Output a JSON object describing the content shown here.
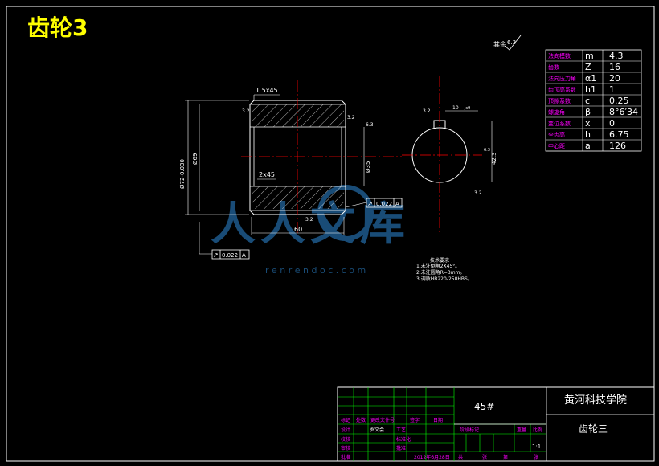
{
  "colors": {
    "background": "#000000",
    "title": "#ffff00",
    "frame": "#ffffff",
    "table_grid": "#00ff00",
    "table_labels": "#ff00ff",
    "parts": "#ffffff",
    "center_line": "#ff0000",
    "watermark": "#1e5a8c"
  },
  "sheet_title": "齿轮3",
  "roughness_note": "其余",
  "roughness_value": "6.3",
  "params": {
    "rows": [
      {
        "label": "法向模数",
        "symbol": "m",
        "value": "4.3"
      },
      {
        "label": "齿数",
        "symbol": "Z",
        "value": "16"
      },
      {
        "label": "法向压力角",
        "symbol": "α1",
        "value": "20"
      },
      {
        "label": "齿顶高系数",
        "symbol": "h1",
        "value": "1"
      },
      {
        "label": "顶隙系数",
        "symbol": "c",
        "value": "0.25"
      },
      {
        "label": "螺旋角",
        "symbol": "β",
        "value": "8°6′34"
      },
      {
        "label": "变位系数",
        "symbol": "x",
        "value": "0"
      },
      {
        "label": "全齿高",
        "symbol": "h",
        "value": "6.75"
      },
      {
        "label": "中心距",
        "symbol": "a",
        "value": "126"
      }
    ]
  },
  "front_view": {
    "chamfer_top": "1.5x45",
    "chamfer_inner": "2x45",
    "dim_outer": "Ø72-0.030",
    "dim_bore": "Ø69",
    "dim_inner": "Ø35",
    "width": "60",
    "ra_left": "3.2",
    "ra_right": "3.2",
    "ra_step": "6.3",
    "ra_bottom": "3.2",
    "tolerance_symbol": "↗",
    "tolerance_value": "0.022",
    "datum": "A"
  },
  "side_view": {
    "keyway_width": "10",
    "keyway_fit": "Js9",
    "keyway_depth": "42.3",
    "ra_keyway": "3.2",
    "ra_bore": "3.2",
    "ra_small": "6.3"
  },
  "lower_tolerance": {
    "symbol": "↗",
    "value": "0.022",
    "datum": "A"
  },
  "tech_notes": {
    "title": "技术要求",
    "lines": [
      "1.未注倒角2X45°。",
      "2.未注圆角R=3mm。",
      "3.调质HB220-250HBS。"
    ]
  },
  "watermark": {
    "text": "人人文库",
    "url": "r e n r e n d o c . c o m"
  },
  "title_block": {
    "material": "45#",
    "school": "黄河科技学院",
    "part_name": "齿轮三",
    "scale": "1:1",
    "headers": [
      "标记",
      "处数",
      "更改文件号",
      "签字",
      "日期"
    ],
    "roles": [
      "设计",
      "校核",
      "审核",
      "批准"
    ],
    "designer": "罗文会",
    "craft": "工艺",
    "standard": "标准化",
    "approve": "批准",
    "date": "2012年6月28日",
    "stage_cols": [
      "阶段标记",
      "重量",
      "比例"
    ],
    "sheet_cols": [
      "共",
      "张",
      "第",
      "张"
    ]
  }
}
